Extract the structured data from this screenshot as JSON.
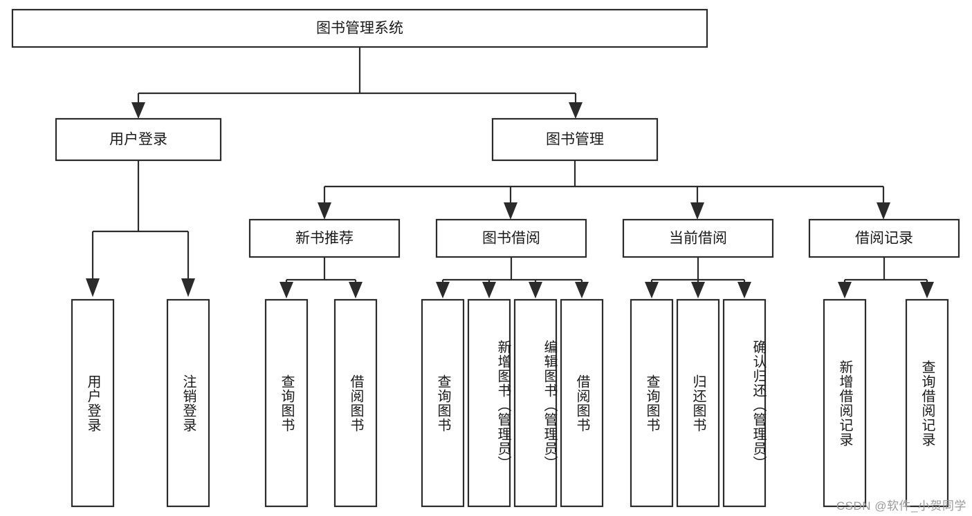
{
  "diagram": {
    "type": "tree-hierarchy",
    "title": "图书管理系统",
    "watermark": "CSDN @软件_小贺同学",
    "colors": {
      "stroke": "#2b2b2b",
      "box_fill": "#ffffff",
      "text": "#1a1a1a",
      "background": "#ffffff",
      "watermark": "#9a9a9a"
    },
    "root": {
      "label": "图书管理系统",
      "orientation": "horizontal"
    },
    "level2": [
      {
        "label": "用户登录",
        "orientation": "horizontal"
      },
      {
        "label": "图书管理",
        "orientation": "horizontal"
      }
    ],
    "level3": [
      {
        "label": "新书推荐",
        "orientation": "horizontal",
        "parent": "图书管理"
      },
      {
        "label": "图书借阅",
        "orientation": "horizontal",
        "parent": "图书管理"
      },
      {
        "label": "当前借阅",
        "orientation": "horizontal",
        "parent": "图书管理"
      },
      {
        "label": "借阅记录",
        "orientation": "horizontal",
        "parent": "图书管理"
      }
    ],
    "leaves": [
      {
        "label": "用户登录",
        "parent": "用户登录",
        "orientation": "vertical"
      },
      {
        "label": "注销登录",
        "parent": "用户登录",
        "orientation": "vertical"
      },
      {
        "label": "查询图书",
        "parent": "新书推荐",
        "orientation": "vertical"
      },
      {
        "label": "借阅图书",
        "parent": "新书推荐",
        "orientation": "vertical"
      },
      {
        "label": "查询图书",
        "parent": "图书借阅",
        "orientation": "vertical"
      },
      {
        "label": "新增图书（管理员）",
        "parent": "图书借阅",
        "orientation": "vertical"
      },
      {
        "label": "编辑图书（管理员）",
        "parent": "图书借阅",
        "orientation": "vertical"
      },
      {
        "label": "借阅图书",
        "parent": "图书借阅",
        "orientation": "vertical"
      },
      {
        "label": "查询图书",
        "parent": "当前借阅",
        "orientation": "vertical"
      },
      {
        "label": "归还图书",
        "parent": "当前借阅",
        "orientation": "vertical"
      },
      {
        "label": "确认归还（管理员）",
        "parent": "当前借阅",
        "orientation": "vertical"
      },
      {
        "label": "新增借阅记录",
        "parent": "借阅记录",
        "orientation": "vertical"
      },
      {
        "label": "查询借阅记录",
        "parent": "借阅记录",
        "orientation": "vertical"
      }
    ]
  }
}
